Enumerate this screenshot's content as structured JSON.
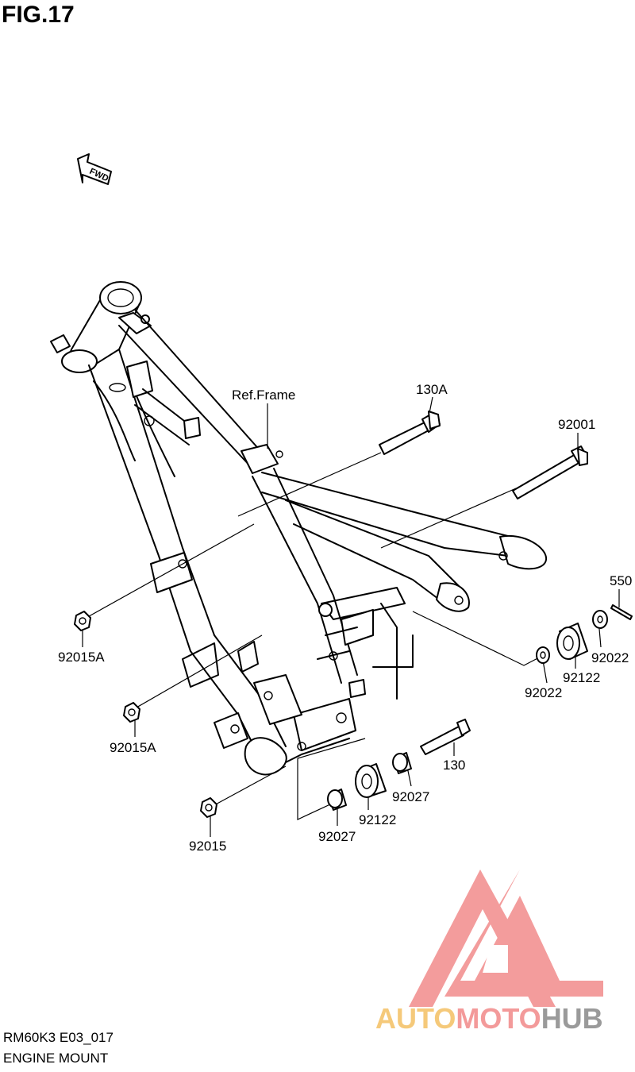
{
  "figure": {
    "title": "FIG.17"
  },
  "direction_marker": {
    "label": "FWD"
  },
  "callouts": {
    "ref_frame": "Ref.Frame",
    "bolt_130a": "130A",
    "bolt_92001": "92001",
    "pin_550": "550",
    "nut_92015a_upper": "92015A",
    "nut_92015a_lower": "92015A",
    "washer_92022_right": "92022",
    "washer_92022_left": "92022",
    "bushing_92122_right": "92122",
    "bolt_130": "130",
    "collar_92027_upper": "92027",
    "bushing_92122_lower": "92122",
    "collar_92027_lower": "92027",
    "nut_92015": "92015"
  },
  "footer": {
    "code": "RM60K3 E03_017",
    "name": "ENGINE MOUNT"
  },
  "watermark": {
    "part_a": "AUTO",
    "part_b": "MOTO",
    "part_c": "HUB",
    "colors": {
      "auto": "#f5c97a",
      "moto": "#f39a9a",
      "hub": "#9a9a9a",
      "logo": "#f28b8b"
    }
  }
}
